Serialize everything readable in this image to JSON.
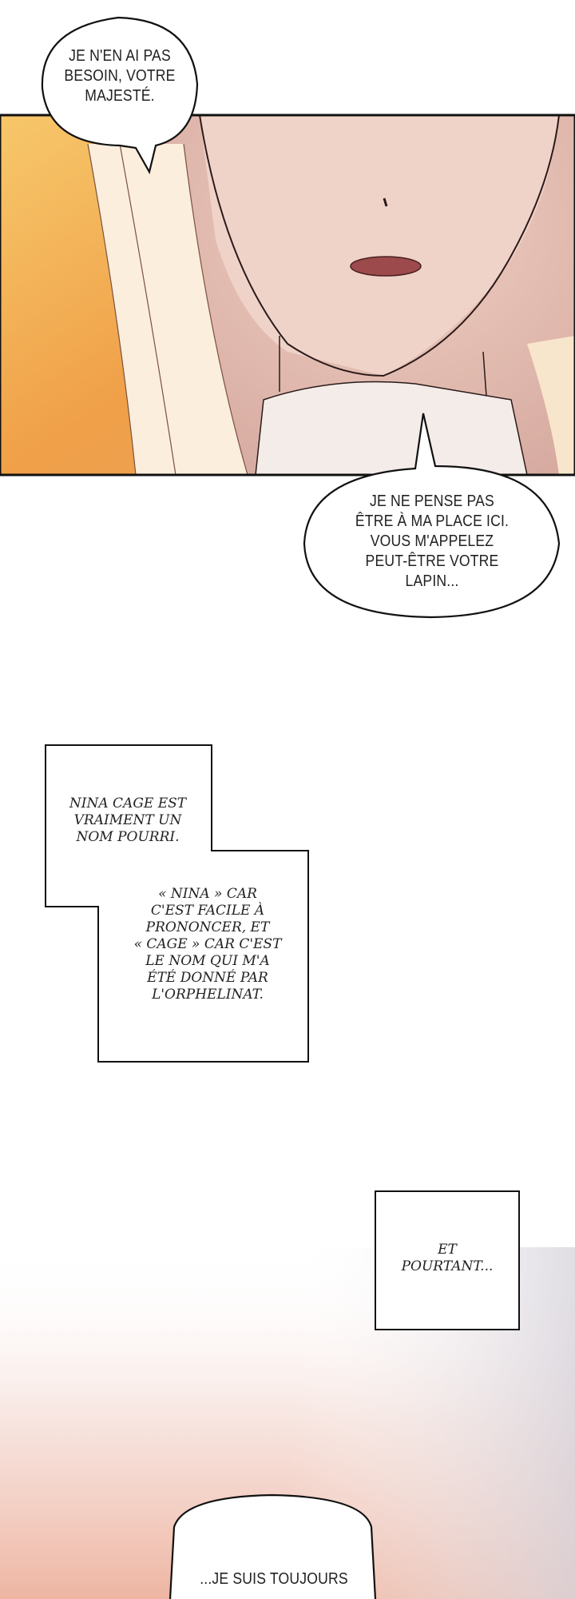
{
  "bubbles": [
    {
      "id": "bubble-1",
      "text": "JE N'EN AI PAS\nBESOIN, VOTRE\nMAJESTÉ."
    },
    {
      "id": "bubble-2",
      "text": "JE NE PENSE PAS\nÊTRE À MA PLACE ICI.\nVOUS M'APPELEZ\nPEUT-ÊTRE VOTRE\nLAPIN..."
    },
    {
      "id": "bubble-3",
      "text": "...JE SUIS TOUJOURS"
    }
  ],
  "narration": [
    {
      "id": "narration-1",
      "text": "NINA CAGE EST\nVRAIMENT UN\nNOM POURRI."
    },
    {
      "id": "narration-2",
      "text": "« NINA » CAR\nC'EST FACILE À\nPRONONCER, ET\n« CAGE » CAR C'EST\nLE NOM QUI M'A\nÉTÉ DONNÉ PAR\nL'ORPHELINAT."
    },
    {
      "id": "narration-3",
      "text": "ET\nPOURTANT..."
    }
  ],
  "colors": {
    "skin": "#e8c2b4",
    "fire": "#f2a74a",
    "hair": "#fbeedd",
    "lips": "#9c4a4c",
    "ink": "#111111"
  }
}
